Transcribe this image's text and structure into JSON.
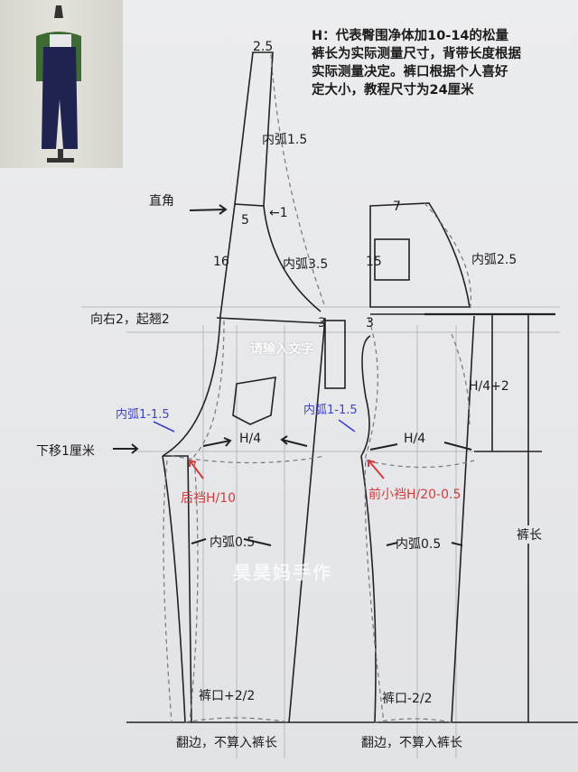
{
  "photo": {
    "description_icon": "overalls-photo",
    "colors": {
      "pants": "#1f2350",
      "shirt": "#3e6b33",
      "background": "#dcdcd5"
    }
  },
  "note": {
    "lines": [
      "H：代表臀围净体加10-14的松量",
      "裤长为实际测量尺寸，背带长度根据",
      "实际测量决定。裤口根据个人喜好",
      "定大小，教程尺寸为24厘米"
    ]
  },
  "back": {
    "strap_width": "2.5",
    "inner_curve_1": "内弧1.5",
    "right_angle": "直角",
    "offset_1": "←1",
    "strap_5": "5",
    "height_16": "16",
    "inner_curve_2": "内弧3.5",
    "waist_shift": "向右2，起翘2",
    "side_3": "3",
    "crotch_curve": "内弧1-1.5",
    "hip": "H/4",
    "drop": "下移1厘米",
    "crotch": "后裆H/10",
    "leg_curve": "内弧0.5",
    "hem": "裤口+2/2",
    "cuff": "翻边，不算入裤长"
  },
  "front": {
    "bib_width": "7",
    "bib_height": "15",
    "inner_curve": "内弧2.5",
    "side_3": "3",
    "crotch_curve": "内弧1-1.5",
    "hip": "H/4",
    "crotch": "前小裆H/20-0.5",
    "leg_curve": "内弧0.5",
    "hem": "裤口-2/2",
    "cuff": "翻边，不算入裤长",
    "rise": "H/4+2",
    "length": "裤长"
  },
  "placeholder_text": "请输入文字",
  "watermark": "昊昊妈手作",
  "colors": {
    "line": "#222222",
    "blue_label": "#3f43c8",
    "red_label": "#d33c3c"
  }
}
